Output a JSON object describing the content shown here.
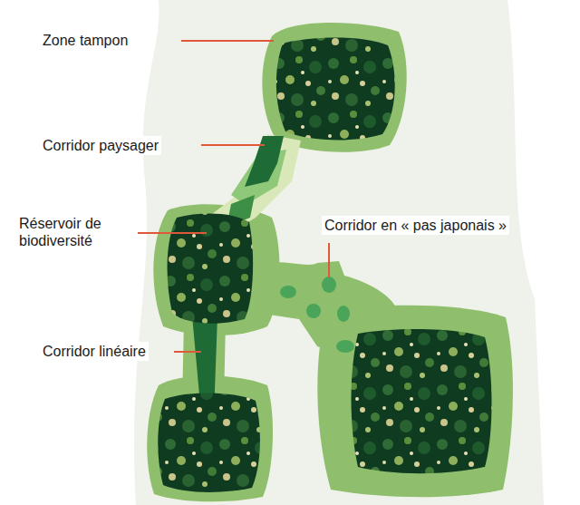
{
  "diagram": {
    "labels": [
      "Zone tampon",
      "Corridor paysager",
      "Réservoir de biodiversité",
      "Corridor en « pas japonais »",
      "Corridor linéaire"
    ]
  }
}
